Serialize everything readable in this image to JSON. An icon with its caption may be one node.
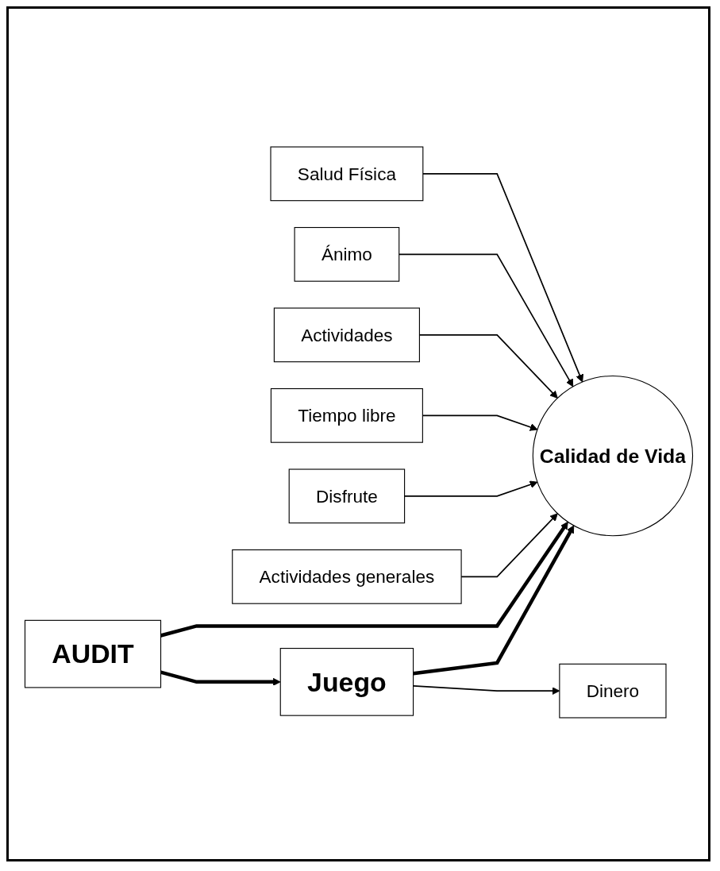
{
  "diagram": {
    "nodes": [
      {
        "text": [
          "Salud Física"
        ]
      },
      {
        "text": [
          "Ánimo"
        ]
      },
      {
        "text": [
          "Actividades"
        ]
      },
      {
        "text": [
          "Tiempo libre"
        ]
      },
      {
        "text": [
          "Disfrute"
        ]
      },
      {
        "text": [
          "Actividades generales"
        ]
      },
      {
        "text": [
          "Calidad de Vida"
        ]
      },
      {
        "text": [
          "AUDIT"
        ]
      },
      {
        "text": [
          "Juego"
        ]
      },
      {
        "text": [
          "Dinero"
        ]
      }
    ],
    "edges": [
      {
        "from": 0,
        "to": 6,
        "arrow": "to"
      },
      {
        "from": 1,
        "to": 6,
        "arrow": "to"
      },
      {
        "from": 2,
        "to": 6,
        "arrow": "to"
      },
      {
        "from": 3,
        "to": 6,
        "arrow": "to"
      },
      {
        "from": 4,
        "to": 6,
        "arrow": "to"
      },
      {
        "from": 5,
        "to": 6,
        "arrow": "to"
      },
      {
        "from": 7,
        "to": 6,
        "arrow": "to",
        "style": "thick"
      },
      {
        "from": 7,
        "to": 8,
        "arrow": "to",
        "style": "thick"
      },
      {
        "from": 8,
        "to": 6,
        "arrow": "to",
        "style": "thick"
      },
      {
        "from": 8,
        "to": 9,
        "arrow": "to"
      }
    ]
  }
}
